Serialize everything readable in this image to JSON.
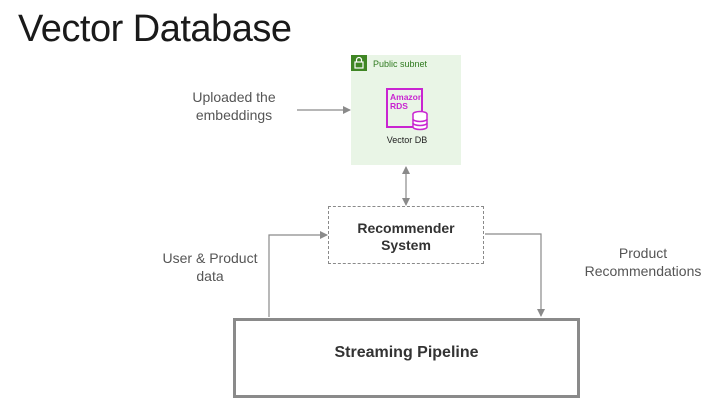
{
  "title": "Vector Database",
  "subnet": {
    "label": "Public subnet"
  },
  "rds": {
    "icon_text_1": "Amazon",
    "icon_text_2": "RDS",
    "label": "Vector DB"
  },
  "recommender": {
    "line1": "Recommender",
    "line2": "System"
  },
  "pipeline": {
    "label": "Streaming Pipeline"
  },
  "notes": {
    "uploaded_1": "Uploaded the",
    "uploaded_2": "embeddings",
    "user_1": "User & Product",
    "user_2": "data",
    "product_1": "Product",
    "product_2": "Recommendations"
  },
  "colors": {
    "subnet_bg": "#e9f5e6",
    "subnet_green": "#3f8624",
    "rds_purple": "#c925d1",
    "line_gray": "#8a8a8a"
  }
}
